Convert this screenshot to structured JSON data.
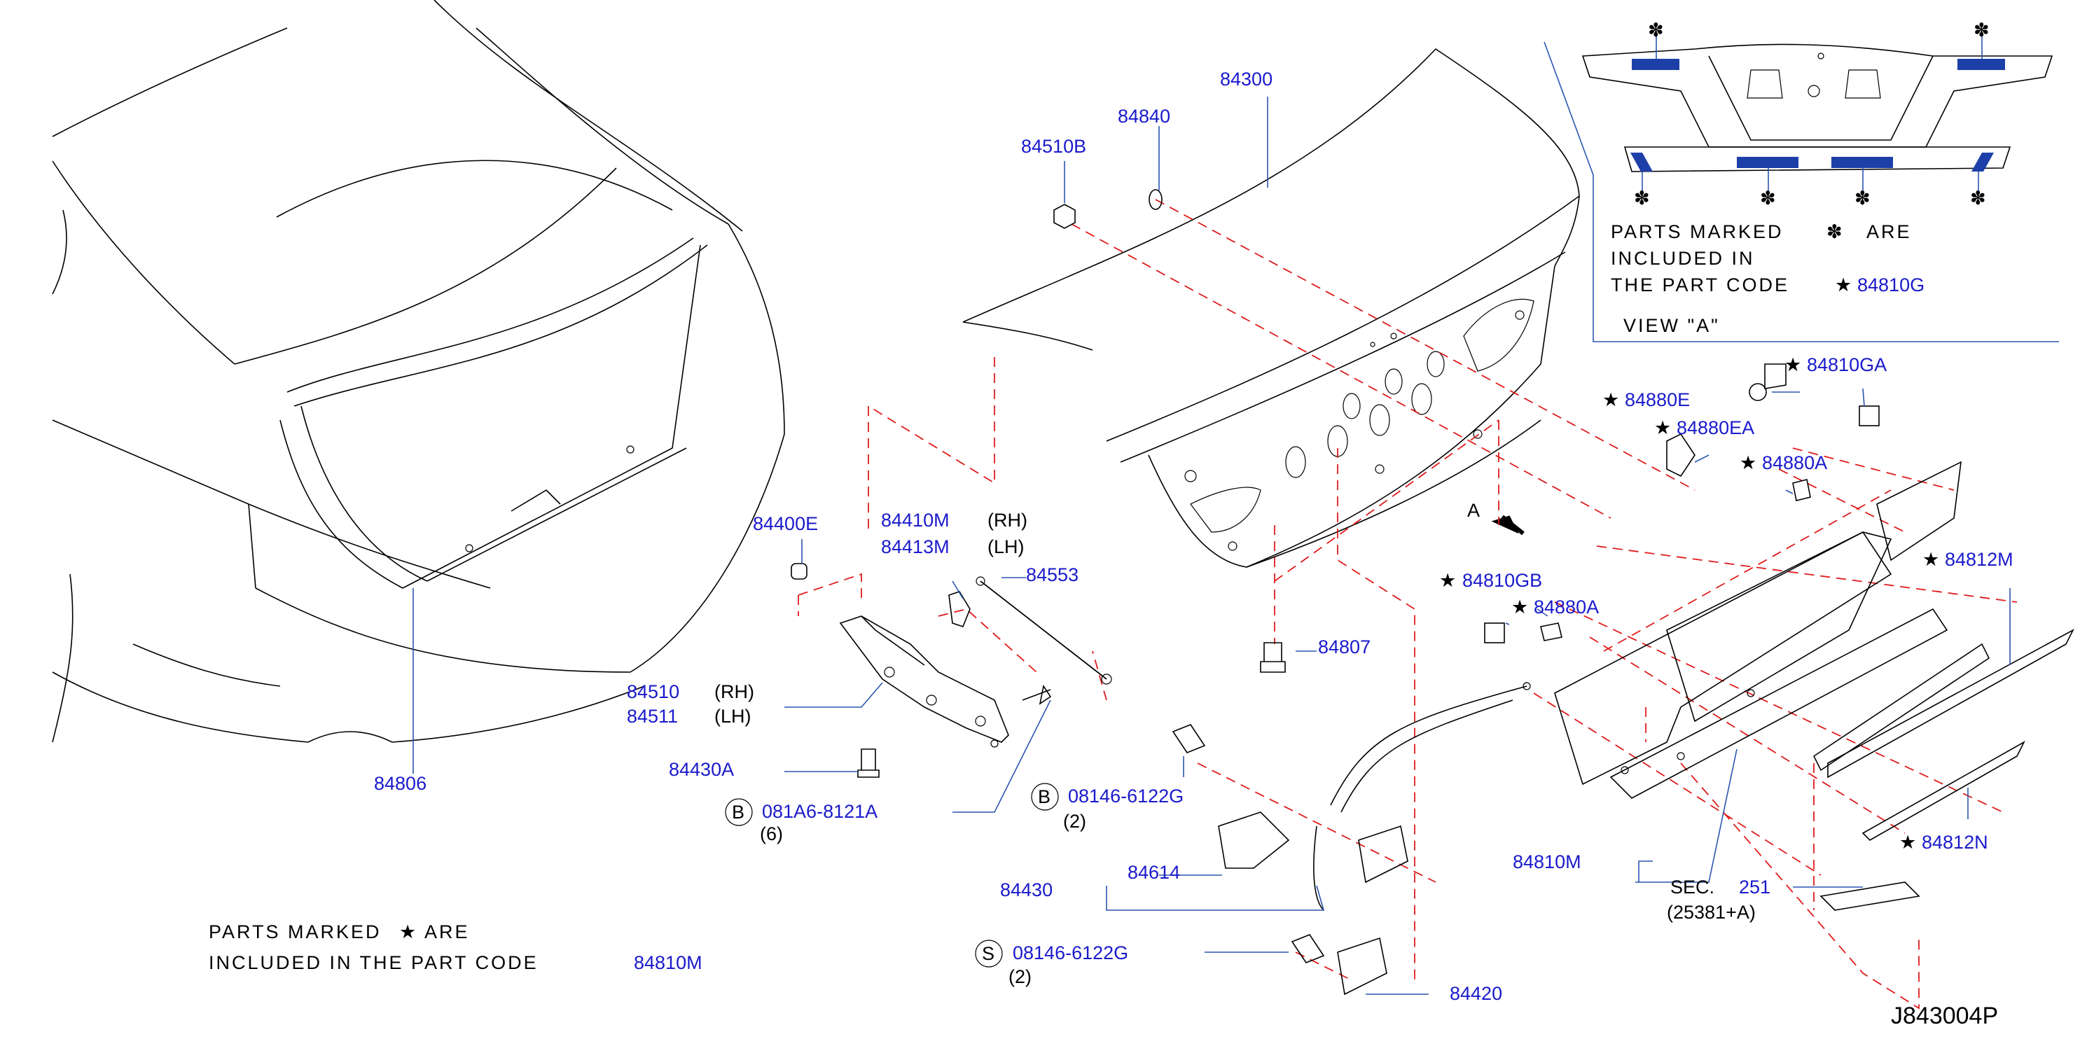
{
  "diagram_id": "J843004P",
  "view_a_title": "VIEW \"A\"",
  "view_a_marker": "A",
  "notes": {
    "flower_note": {
      "line1": "PARTS MARKED",
      "line1b": "ARE",
      "line2": "INCLUDED IN",
      "line3": "THE PART CODE",
      "code": "84810G"
    },
    "star_note": {
      "line1": "PARTS MARKED",
      "line1b": "ARE",
      "line2": "INCLUDED IN THE PART CODE",
      "code": "84810M"
    }
  },
  "symbols": {
    "star": "★",
    "flower": "✽"
  },
  "parts": {
    "p84300": "84300",
    "p84840": "84840",
    "p84510B": "84510B",
    "p84400E": "84400E",
    "p84410M": "84410M",
    "p84410M_side": "(RH)",
    "p84413M": "84413M",
    "p84413M_side": "(LH)",
    "p84553": "84553",
    "p84510": "84510",
    "p84510_side": "(RH)",
    "p84511": "84511",
    "p84511_side": "(LH)",
    "p84430A": "84430A",
    "p84806": "84806",
    "p84807": "84807",
    "p84810GB": "84810GB",
    "p84880A_lower": "84880A",
    "p84810GA": "84810GA",
    "p84880E": "84880E",
    "p84880EA": "84880EA",
    "p84880A_upper": "84880A",
    "p84812M": "84812M",
    "p84812N": "84812N",
    "p84810M": "84810M",
    "p84614": "84614",
    "p84430": "84430",
    "p84420": "84420"
  },
  "fasteners": {
    "bolt_b1": {
      "circle": "B",
      "code": "081A6-8121A",
      "qty": "(6)"
    },
    "bolt_b2": {
      "circle": "B",
      "code": "08146-6122G",
      "qty": "(2)"
    },
    "screw_s": {
      "circle": "S",
      "code": "08146-6122G",
      "qty": "(2)"
    }
  },
  "section_ref": {
    "prefix": "SEC.",
    "number": "251",
    "sub": "(25381+A)"
  },
  "colors": {
    "label": "#1a1acc",
    "leader": "#2b55b0",
    "dashed": "#e01b1b",
    "tape": "#1d3fa8"
  }
}
